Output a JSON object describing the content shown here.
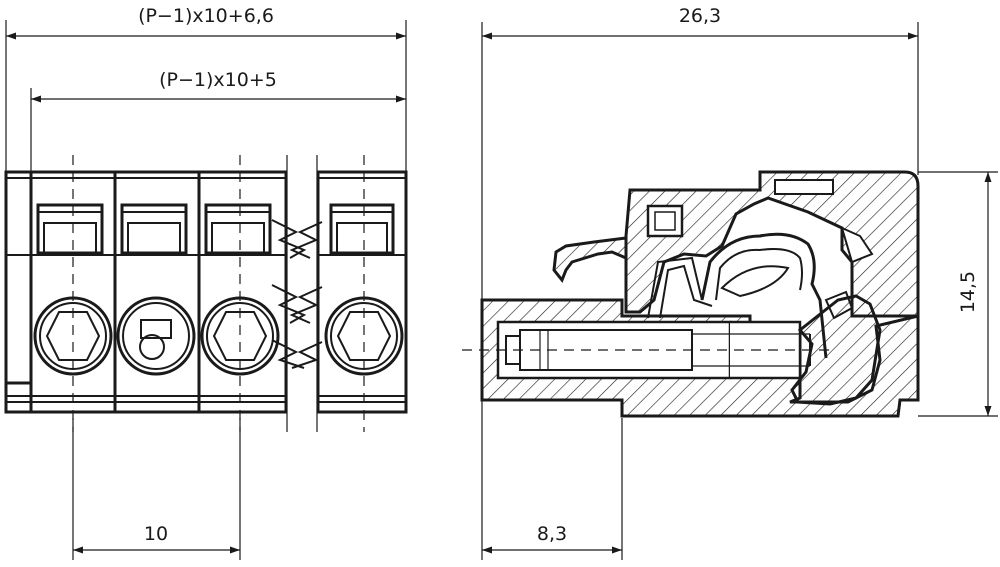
{
  "dimensions": {
    "front_overall_width": "(P−1)x10+6,6",
    "front_pin_span": "(P−1)x10+5",
    "pitch": "10",
    "side_length": "26,3",
    "side_height": "14,5",
    "side_pin_offset": "8,3"
  }
}
